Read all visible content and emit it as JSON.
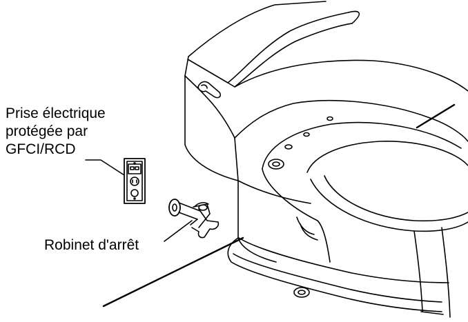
{
  "labels": {
    "outlet": [
      "Prise électrique",
      "protégée par",
      "GFCI/RCD"
    ],
    "valve": "Robinet d'arrêt"
  },
  "colors": {
    "stroke": "#000000",
    "background": "#ffffff"
  }
}
